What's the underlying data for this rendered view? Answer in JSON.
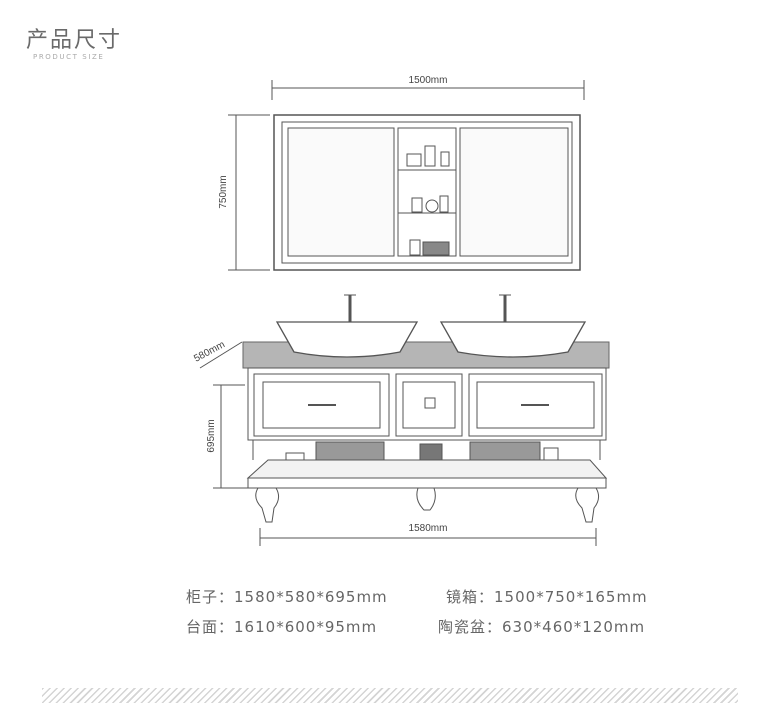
{
  "header": {
    "title": "产品尺寸",
    "subtitle": "PRODUCT SIZE"
  },
  "dimensions": {
    "mirror_width": "1500mm",
    "mirror_height": "750mm",
    "vanity_depth": "580mm",
    "vanity_height": "695mm",
    "vanity_width": "1580mm"
  },
  "specs": [
    {
      "label": "柜子：",
      "value": "1580*580*695mm"
    },
    {
      "label": "镜箱：",
      "value": "1500*750*165mm"
    },
    {
      "label": "台面：",
      "value": "1610*600*95mm"
    },
    {
      "label": "陶瓷盆：",
      "value": "630*460*120mm"
    }
  ]
}
